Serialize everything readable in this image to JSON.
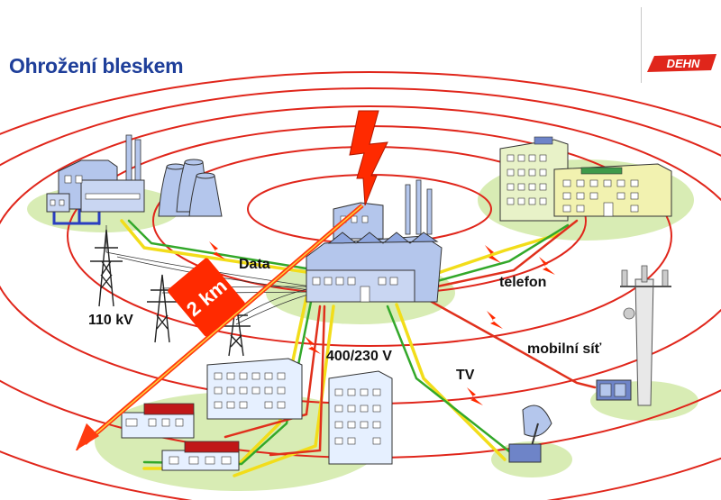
{
  "title": "Ohrožení bleskem",
  "logo_text": "DEHN",
  "labels": {
    "data": "Data",
    "telefon": "telefon",
    "kv110": "110 kV",
    "distance": "2 km",
    "voltage": "400/230 V",
    "tv": "TV",
    "mobile": "mobilní síť"
  },
  "colors": {
    "title": "#1f3f9a",
    "rings": "#e0261b",
    "lightning": "#ff2a00",
    "cable_yellow": "#f2dd1a",
    "cable_green": "#33a82a",
    "cable_red": "#e0301c",
    "ground": "#d8ecb4",
    "building": "#b4c6ec"
  }
}
